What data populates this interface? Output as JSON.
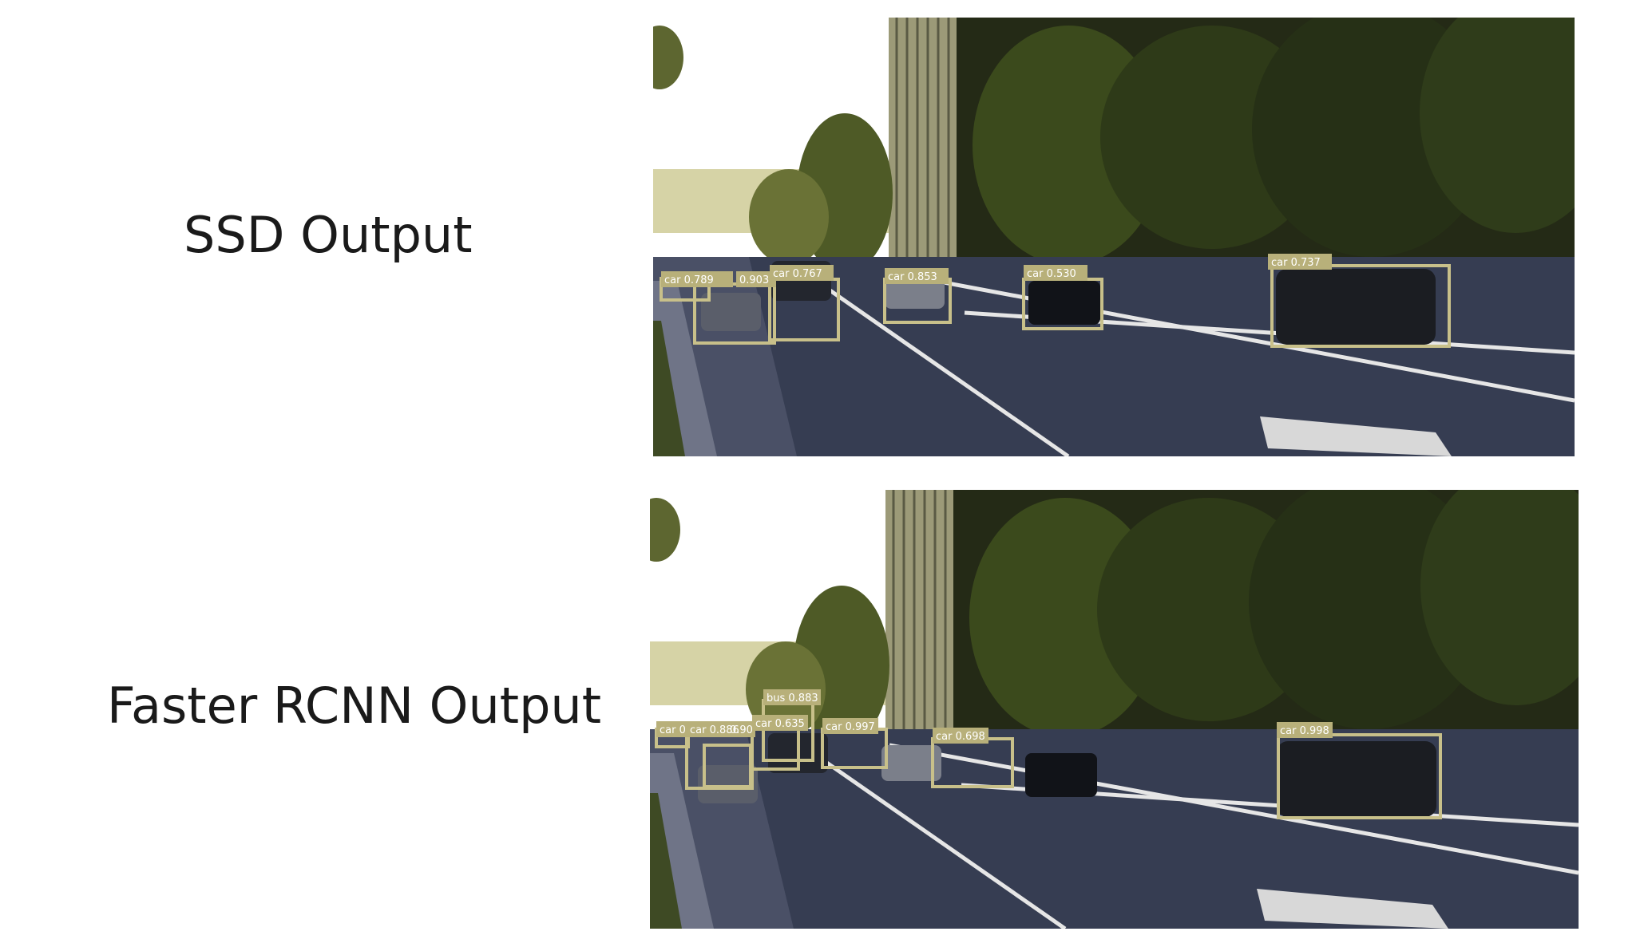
{
  "panels": [
    {
      "title": "SSD Output",
      "detections": [
        {
          "text": "car 0.789"
        },
        {
          "text": "0.903"
        },
        {
          "text": "car 0.767"
        },
        {
          "text": "car 0.853"
        },
        {
          "text": "car 0.530"
        },
        {
          "text": "car 0.737"
        }
      ]
    },
    {
      "title": "Faster RCNN Output",
      "detections": [
        {
          "text": "car 0"
        },
        {
          "text": "car 0.886"
        },
        {
          "text": "0.90"
        },
        {
          "text": "bus 0.883"
        },
        {
          "text": "car 0.635"
        },
        {
          "text": "car 0.997"
        },
        {
          "text": "car 0.698"
        },
        {
          "text": "car 0.998"
        }
      ]
    }
  ],
  "colors": {
    "box": "#c8c08a",
    "tag": "#b8b07a",
    "road": "#3a4156",
    "foliage": "#2b3319",
    "building": "#8c8a6a"
  }
}
